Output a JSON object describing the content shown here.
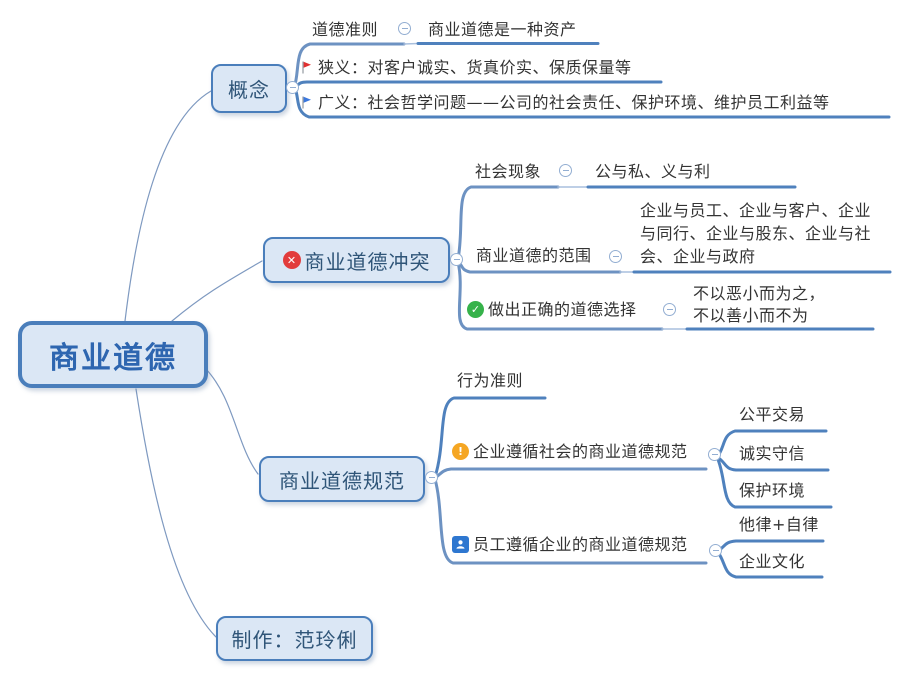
{
  "root": {
    "label": "商业道德"
  },
  "branch_concept": {
    "label": "概念",
    "moral_code": {
      "label": "道德准则",
      "child": "商业道德是一种资产"
    },
    "narrow": {
      "label": "狭义：对客户诚实、货真价实、保质保量等",
      "icon": "red-flag-icon"
    },
    "broad": {
      "label": "广义：社会哲学问题——公司的社会责任、保护环境、维护员工利益等",
      "icon": "blue-flag-icon"
    }
  },
  "branch_conflict": {
    "label": "商业道德冲突",
    "icon": "red-x-circle-icon",
    "social": {
      "label": "社会现象",
      "child": "公与私、义与利"
    },
    "scope": {
      "label": "商业道德的范围",
      "child": "企业与员工、企业与客户、企业\n与同行、企业与股东、企业与社\n会、企业与政府"
    },
    "choice": {
      "label": "做出正确的道德选择",
      "icon": "green-check-circle-icon",
      "child": "不以恶小而为之，\n不以善小而不为"
    }
  },
  "branch_norms": {
    "label": "商业道德规范",
    "code_of_conduct": {
      "label": "行为准则"
    },
    "corporate": {
      "label": "企业遵循社会的商业道德规范",
      "icon": "orange-exclamation-circle-icon",
      "children": [
        "公平交易",
        "诚实守信",
        "保护环境"
      ]
    },
    "employee": {
      "label": "员工遵循企业的商业道德规范",
      "icon": "person-icon",
      "children": [
        "他律+自律",
        "企业文化"
      ]
    }
  },
  "branch_credit": {
    "label": "制作：范玲俐"
  },
  "icons": {
    "badge_x": "✕",
    "badge_check": "✓",
    "badge_exclaim": "!"
  },
  "colors": {
    "node_border": "#4a7ebb",
    "node_fill": "#dbe7f5",
    "branch_line": "#4f81bd",
    "label_line": "#6d92c2",
    "thin_line": "#a9bfdd",
    "curve_line": "#7e99c0",
    "root_text": "#2e66b0",
    "node_text": "#2f5578",
    "leaf_text": "#333333",
    "red": "#e23c3c",
    "green": "#36b24a",
    "orange": "#f5a623",
    "person_blue": "#2e77d0"
  }
}
